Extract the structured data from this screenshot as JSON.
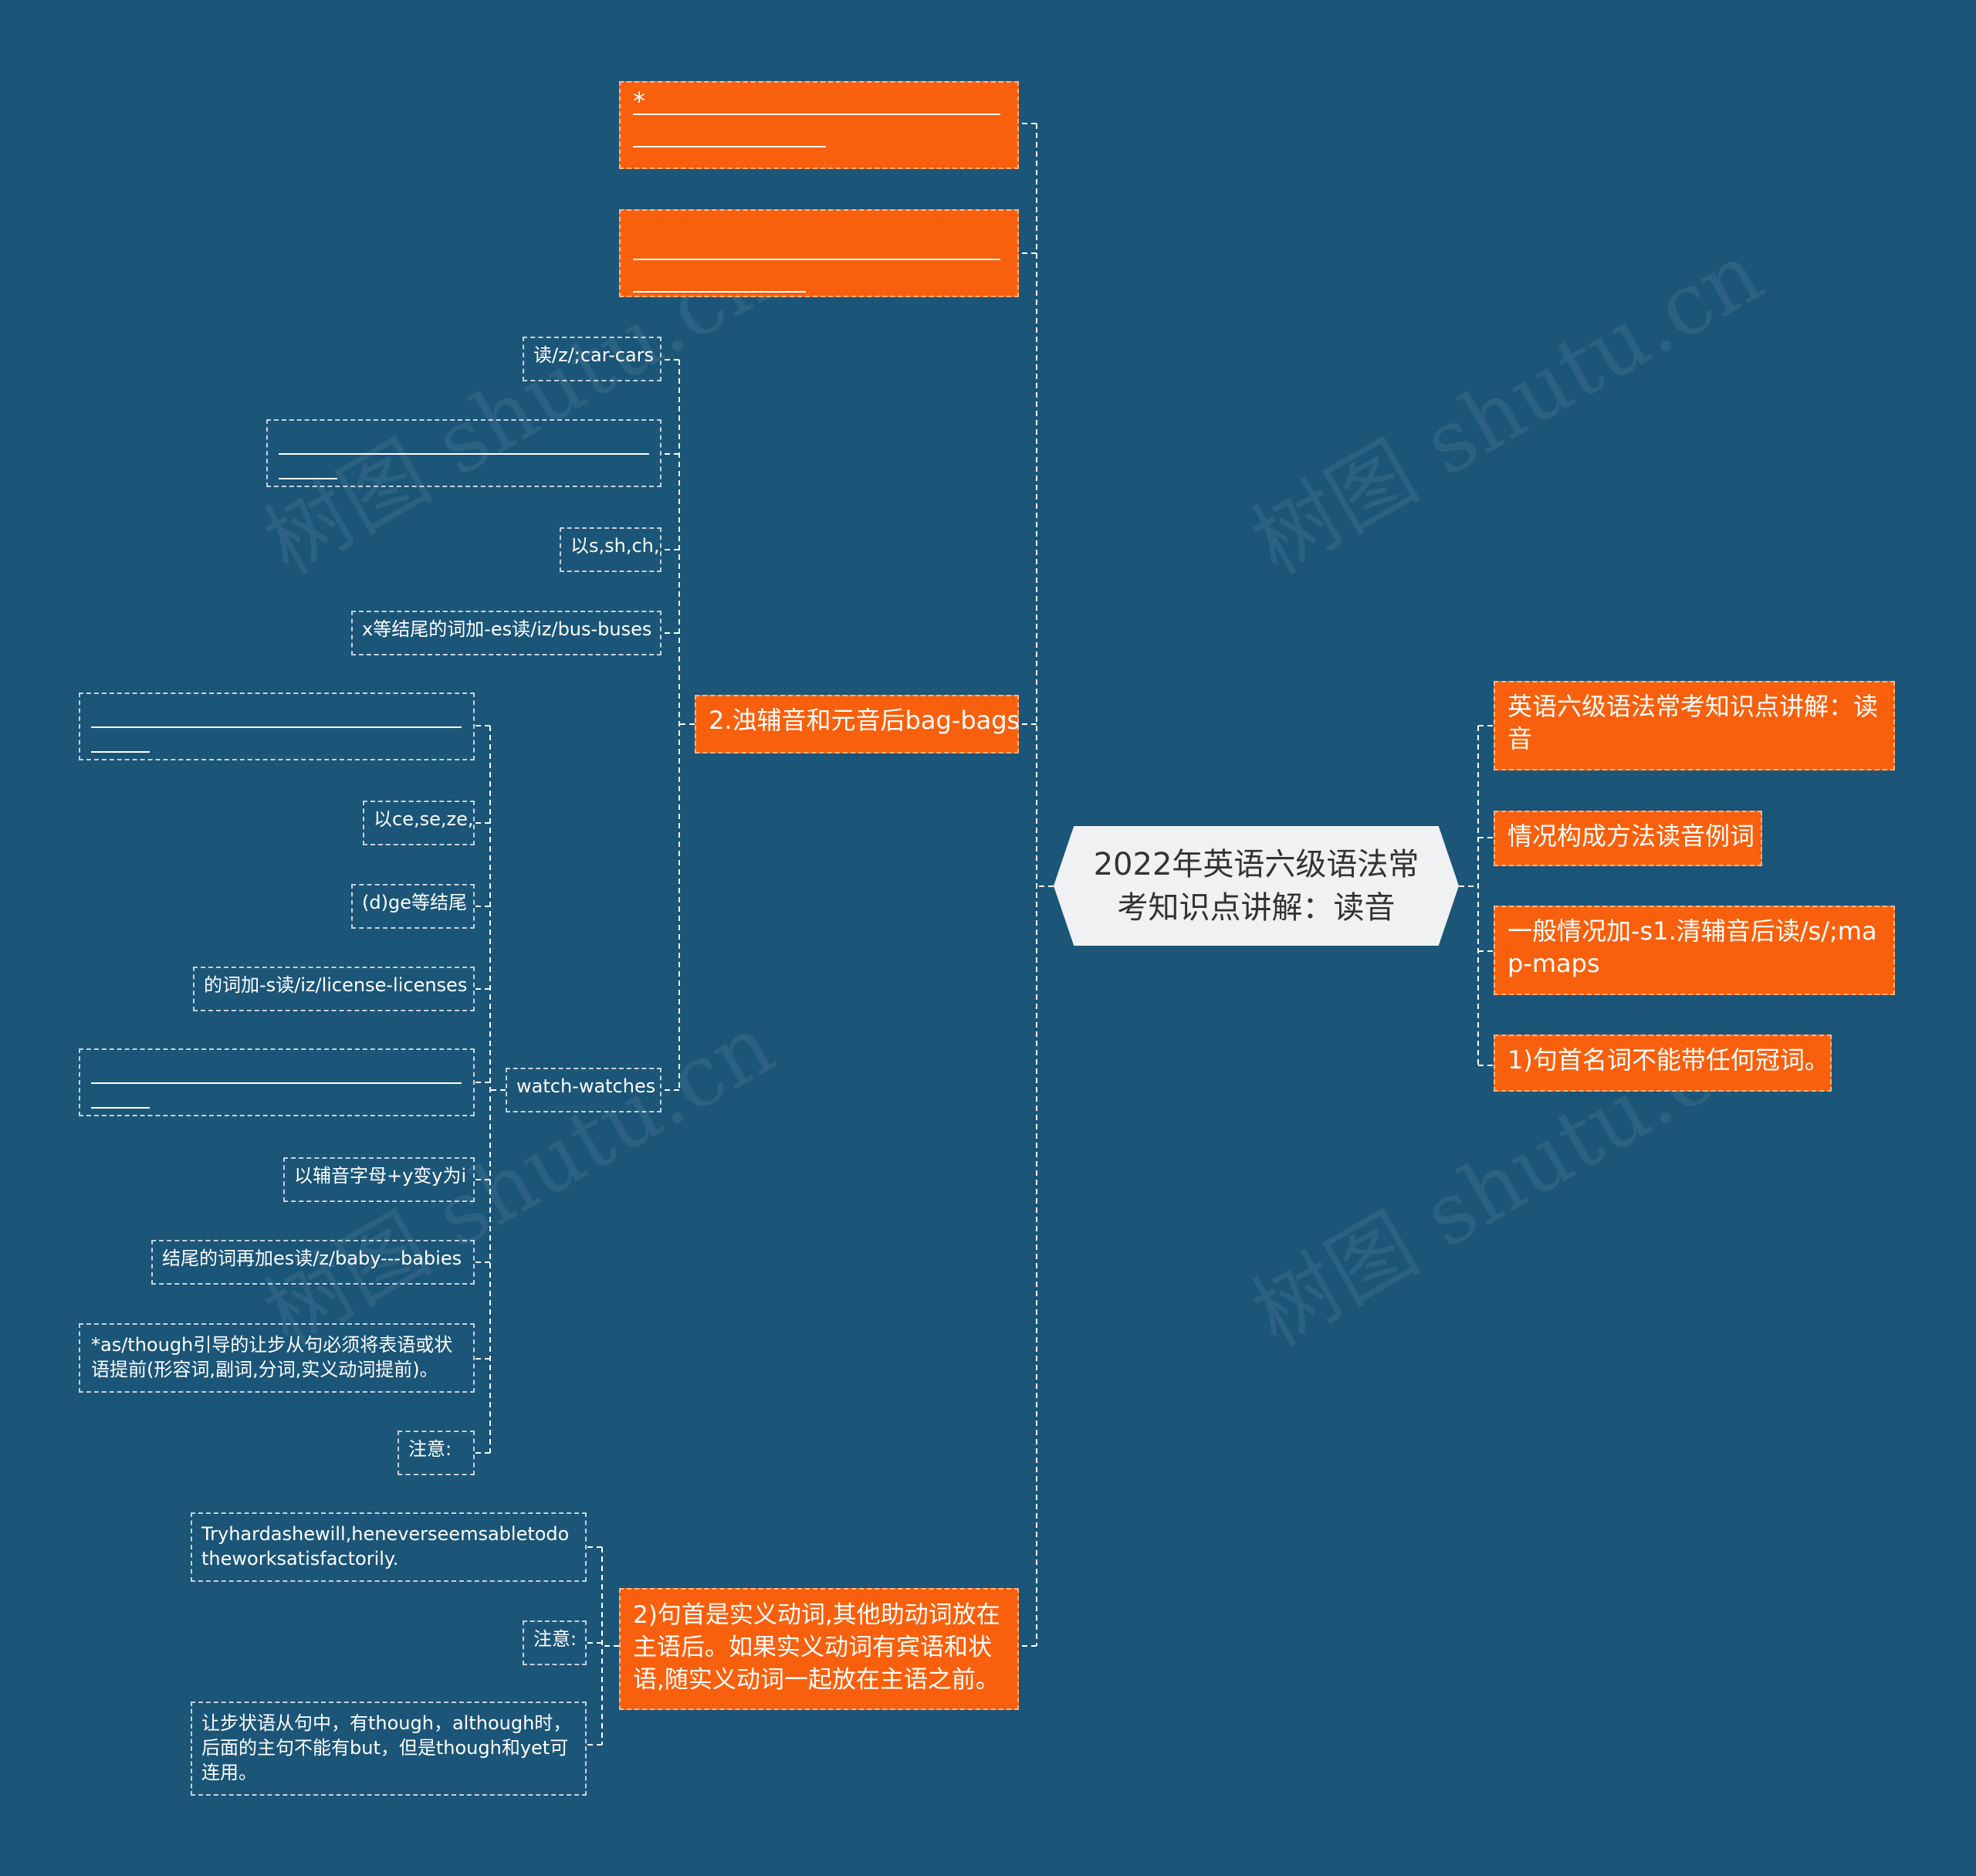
{
  "root": {
    "title": "2022年英语六级语法常考知识点讲解：读音"
  },
  "right_branches": [
    {
      "label": "英语六级语法常考知识点讲解：读音"
    },
    {
      "label": "情况构成方法读音例词"
    },
    {
      "label": "一般情况加-s1.清辅音后读/s/;map-maps"
    },
    {
      "label": "1)句首名词不能带任何冠词。"
    }
  ],
  "left_branches": {
    "top_star": "*",
    "b3": {
      "label": "2.浊辅音和元音后bag-bags"
    },
    "b3_children": {
      "c1": "读/z/;car-cars",
      "c3": "以s,sh,ch,",
      "c4": "x等结尾的词加-es读/iz/bus-buses",
      "c5": "watch-watches"
    },
    "b3_grandchildren": {
      "g2": "以ce,se,ze,",
      "g3": "(d)ge等结尾",
      "g4": "的词加-s读/iz/license-licenses",
      "g6": "以辅音字母+y变y为i",
      "g7": "结尾的词再加es读/z/baby---babies",
      "g8": "*as/though引导的让步从句必须将表语或状语提前(形容词,副词,分词,实义动词提前)。",
      "g9": "注意:"
    },
    "b4": {
      "label": "2)句首是实义动词,其他助动词放在主语后。如果实义动词有宾语和状语,随实义动词一起放在主语之前。"
    },
    "b4_children": {
      "d1": "Tryhardashewill,heneverseemsabletodotheworksatisfactorily.",
      "d2": "注意:",
      "d3": "让步状语从句中，有though，although时，后面的主句不能有but，但是though和yet可连用。"
    }
  },
  "watermark": "树图 shutu.cn",
  "colors": {
    "background": "#1b5578",
    "branch": "#f8600d",
    "root": "#f0f1f2",
    "line": "#ffffff"
  }
}
